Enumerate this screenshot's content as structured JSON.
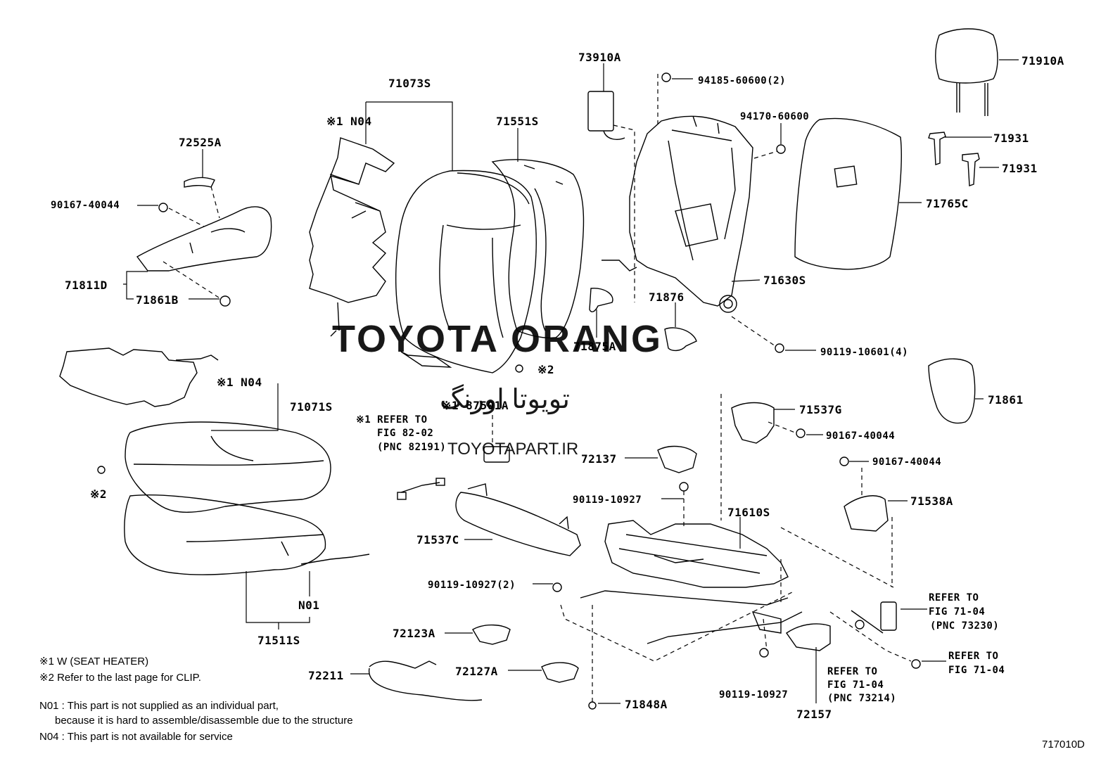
{
  "parts": {
    "p71073S": "71073S",
    "p71551S": "71551S",
    "p73910A": "73910A",
    "p94185": "94185-60600(2)",
    "p71910A": "71910A",
    "p94170": "94170-60600",
    "p71931a": "71931",
    "p71931b": "71931",
    "p71765C": "71765C",
    "p72525A": "72525A",
    "p90167a": "90167-40044",
    "p71811D": "71811D",
    "p71861B": "71861B",
    "p71630S": "71630S",
    "p71876": "71876",
    "p71875A": "71875A",
    "p90119_10601": "90119-10601(4)",
    "p71861": "71861",
    "p71071S": "71071S",
    "p71537G": "71537G",
    "p90167b": "90167-40044",
    "p90167c": "90167-40044",
    "p72137": "72137",
    "p90119_10927a": "90119-10927",
    "p71538A": "71538A",
    "p71610S": "71610S",
    "p71537C": "71537C",
    "p90119_10927b": "90119-10927(2)",
    "p72123A": "72123A",
    "p72211": "72211",
    "p72127A": "72127A",
    "p71848A": "71848A",
    "p90119_10927c": "90119-10927",
    "p72157": "72157",
    "p71511S": "71511S",
    "pN01": "N01",
    "p187501A": "※1 87501A",
    "pN04top": "※1 N04",
    "pN04mid": "※1 N04",
    "pX2mid": "※2",
    "pX2left": "※2"
  },
  "refs": {
    "fig8202": [
      "※1 REFER TO",
      "FIG 82-02",
      "(PNC 82191)"
    ],
    "fig7104a": [
      "REFER TO",
      "FIG 71-04",
      "(PNC 73230)"
    ],
    "fig7104b": [
      "REFER TO",
      "FIG 71-04"
    ],
    "fig7104c": [
      "REFER TO",
      "FIG 71-04",
      "(PNC 73214)"
    ]
  },
  "notes": {
    "n1": "※1 W (SEAT HEATER)",
    "n2": "※2  Refer to the last page for CLIP.",
    "n3": "N01 : This part is not supplied as an individual part,",
    "n4": "because it is hard to assemble/disassemble due to the structure",
    "n5": "N04 : This part is not available for service"
  },
  "diagram_id": "717010D",
  "watermark": {
    "brand": "TOYOTA ORANG",
    "persian": "تویوتا اورنگ",
    "site": "TOYOTAPART.IR",
    "color": "#e8a0a8"
  }
}
